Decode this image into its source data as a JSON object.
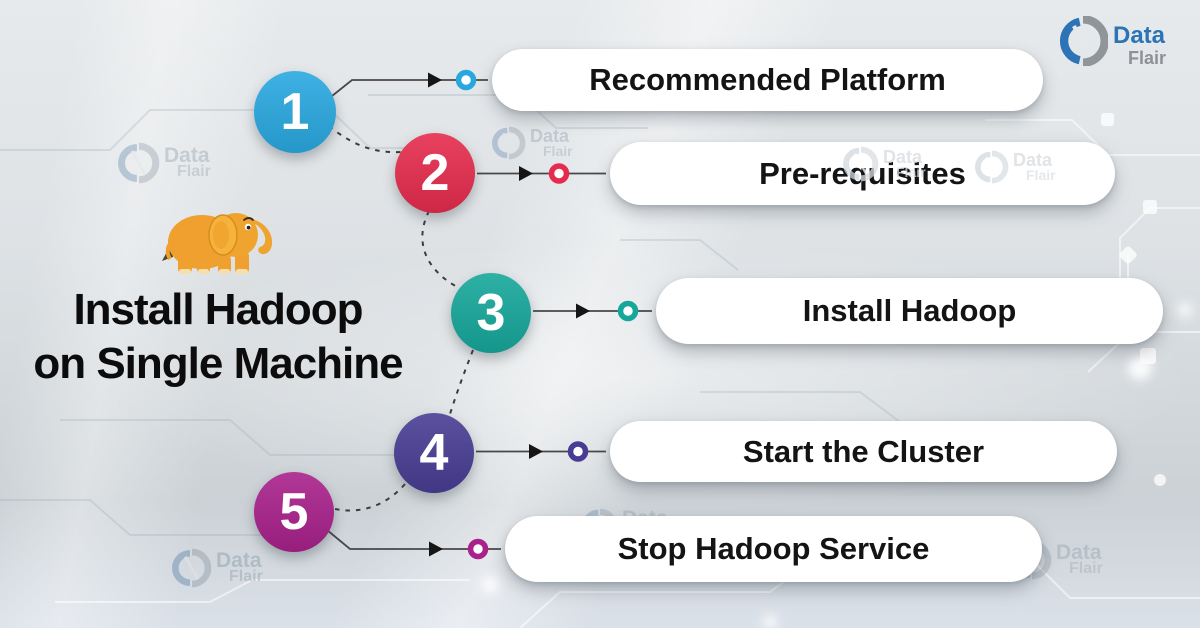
{
  "brand": {
    "data_text": "Data",
    "flair_text": "Flair",
    "logo_blue": "#2b74b6",
    "logo_gray": "#8d9196"
  },
  "title": {
    "line1": "Install Hadoop",
    "line2": "on Single Machine"
  },
  "icons": {
    "mascot": "hadoop-elephant",
    "watermark": "dataflair-swirl"
  },
  "diagram": {
    "line_color": "#474747",
    "arrow_color": "#151515",
    "dash_color": "#3c3c3c",
    "pill_bg": "#ffffff"
  },
  "steps": [
    {
      "number": "1",
      "label": "Recommended Platform",
      "color": "#29a8e0"
    },
    {
      "number": "2",
      "label": "Pre-requisites",
      "color": "#e62c4e"
    },
    {
      "number": "3",
      "label": "Install Hadoop",
      "color": "#16a79b"
    },
    {
      "number": "4",
      "label": "Start the Cluster",
      "color": "#483d93"
    },
    {
      "number": "5",
      "label": "Stop Hadoop Service",
      "color": "#a9218c"
    }
  ]
}
